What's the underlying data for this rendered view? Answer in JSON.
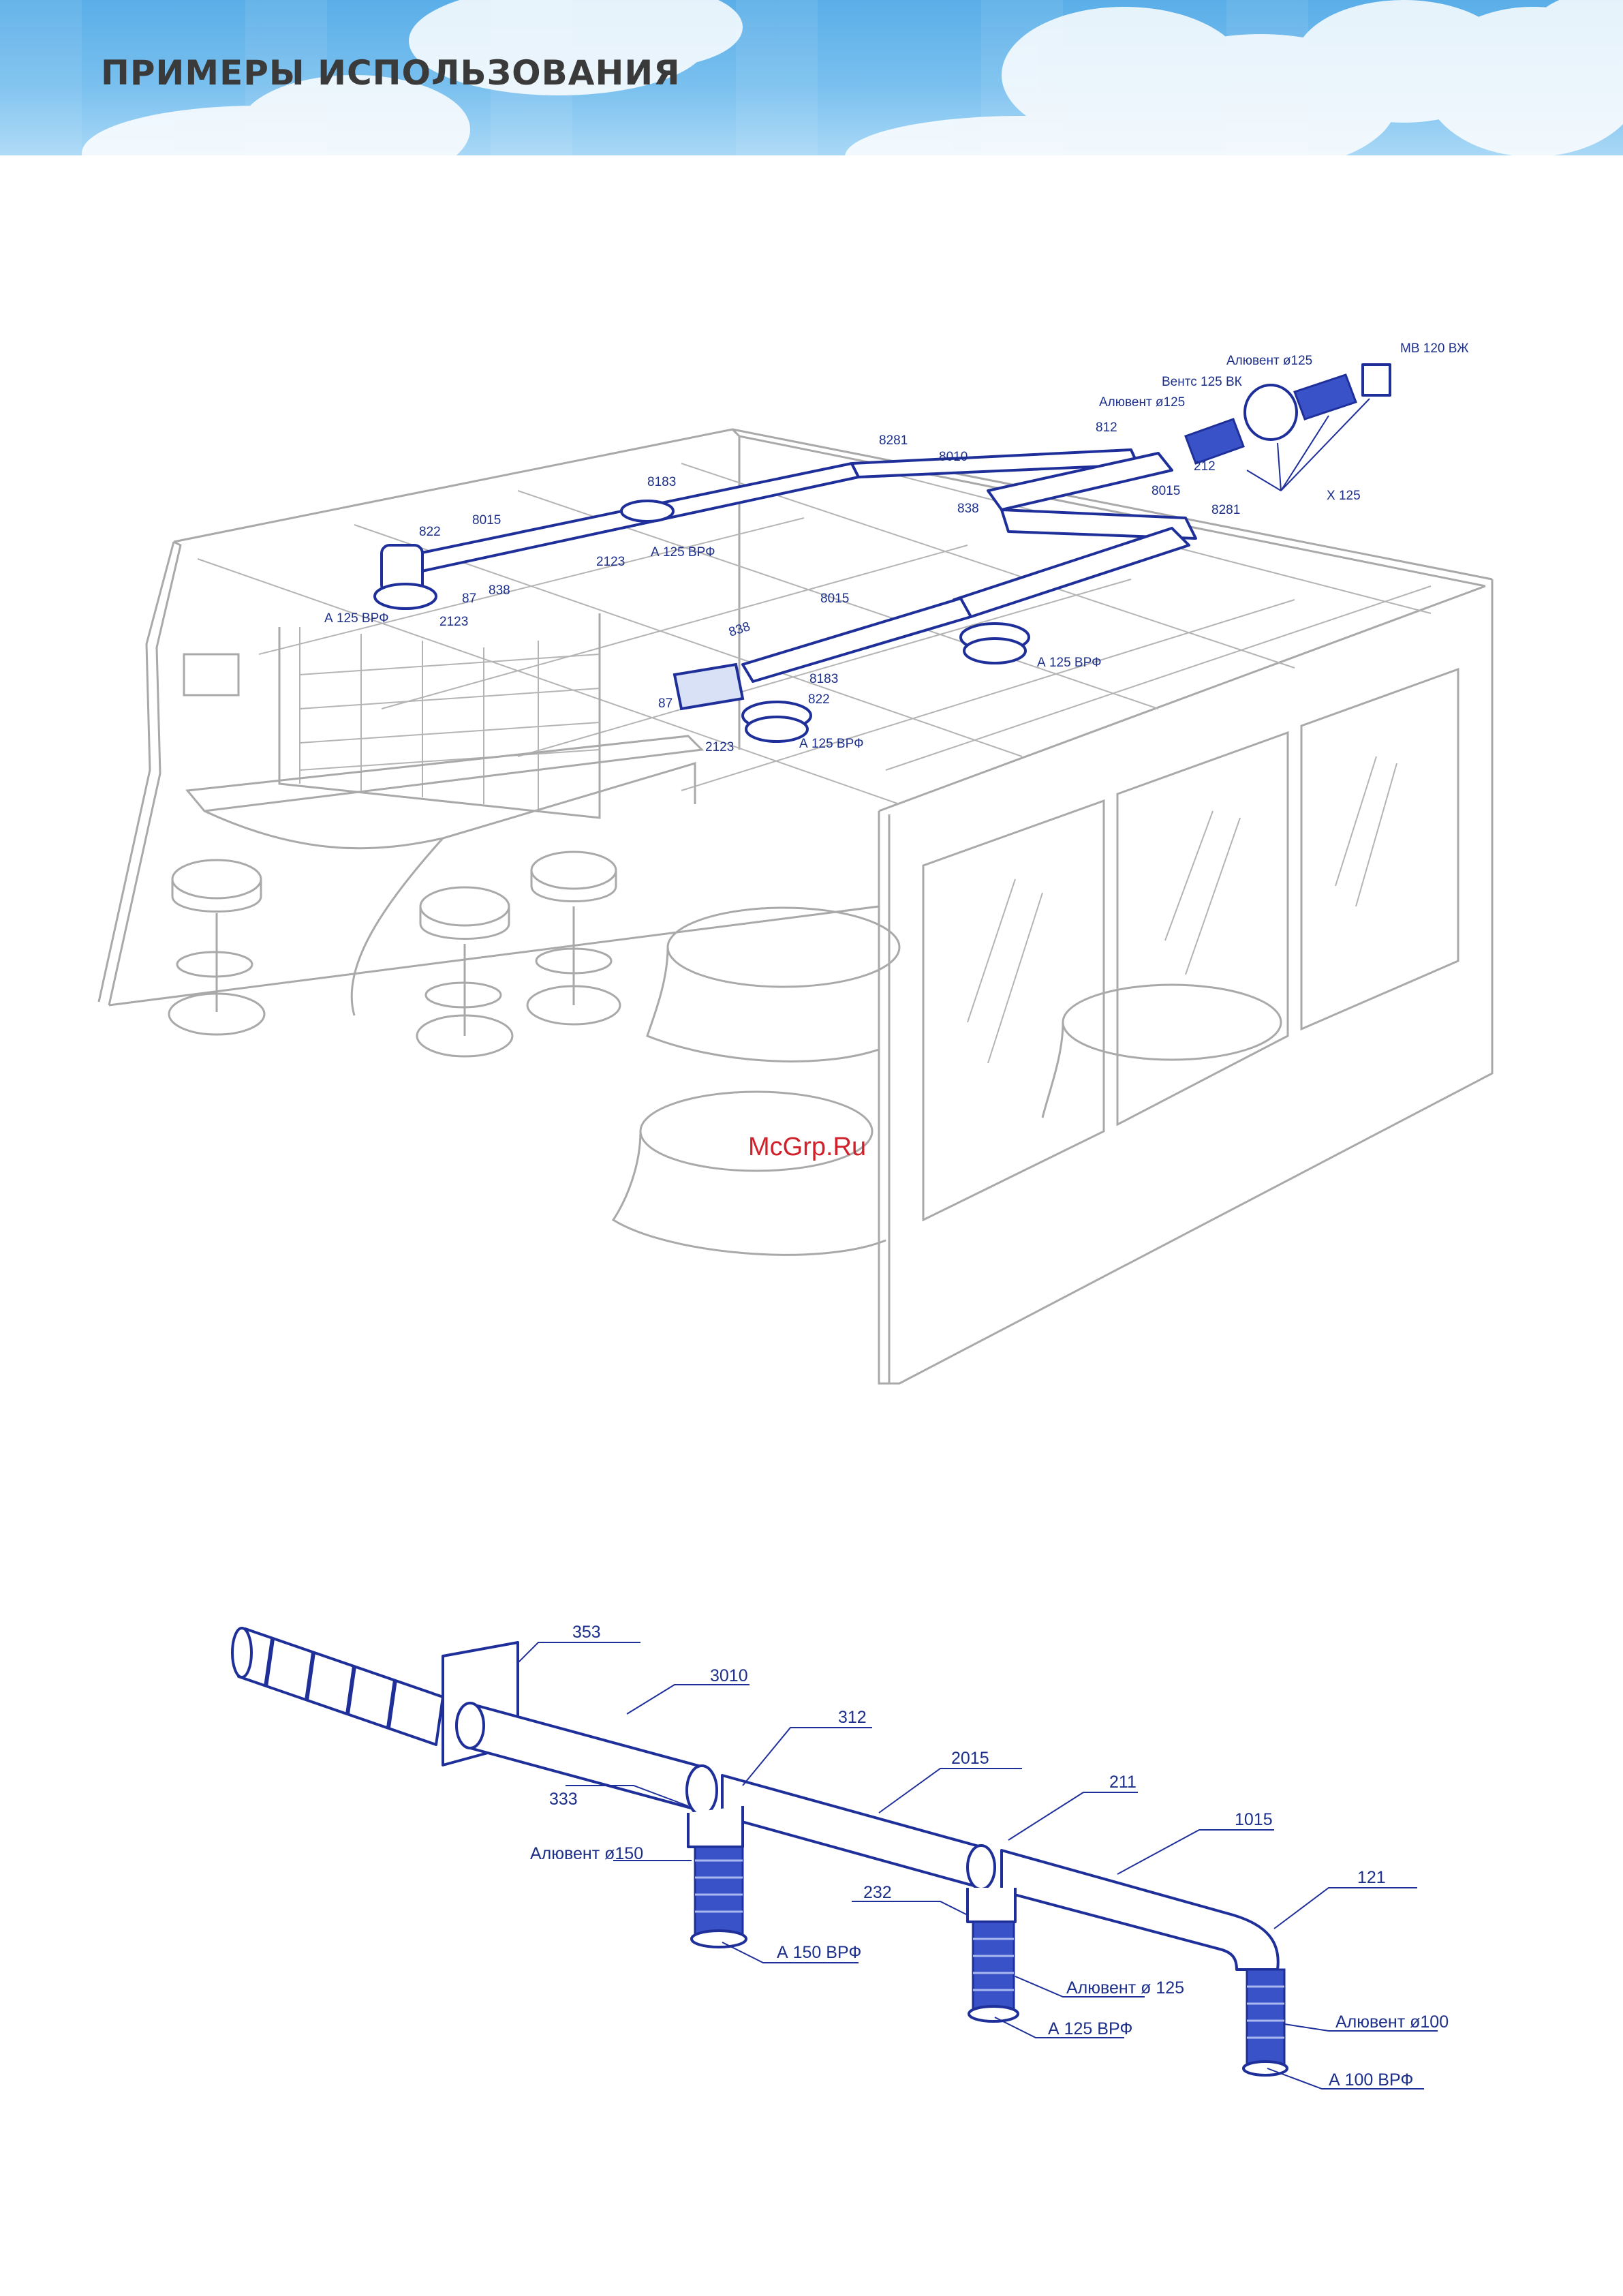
{
  "header": {
    "title": "ПРИМЕРЫ ИСПОЛЬЗОВАНИЯ"
  },
  "watermark": "McGrp.Ru",
  "diagram_top": {
    "labels": {
      "l822a": "822",
      "l8015a": "8015",
      "l8183a": "8183",
      "l8281a": "8281",
      "l8010": "8010",
      "l812": "812",
      "l212": "212",
      "l838a": "838",
      "l8015b": "8015",
      "l8281b": "8281",
      "l2123a": "2123",
      "lA125a": "А 125 ВРФ",
      "l87a": "87",
      "l838b": "838",
      "lA125b": "А 125 ВРФ",
      "l2123b": "2123",
      "l8015c": "8015",
      "l838c": "838",
      "lA125c": "А 125 ВРФ",
      "l87b": "87",
      "l8183b": "8183",
      "l822b": "822",
      "l2123c": "2123",
      "lA125d": "А 125 ВРФ",
      "lAlu1": "Алювент ø125",
      "lVents": "Вентс 125 ВК",
      "lAlu2": "Алювент ø125",
      "lMB": "МВ 120 ВЖ",
      "lX125": "X 125"
    }
  },
  "diagram_bottom": {
    "labels": {
      "l353": "353",
      "l3010": "3010",
      "l312": "312",
      "l2015": "2015",
      "l211": "211",
      "l1015": "1015",
      "l121": "121",
      "l333": "333",
      "lAlu150": "Алювент ø150",
      "lA150": "А 150 ВРФ",
      "l232": "232",
      "lAlu125": "Алювент ø 125",
      "lA125": "А 125 ВРФ",
      "lAlu100": "Алювент ø100",
      "lA100": "А 100 ВРФ"
    }
  }
}
